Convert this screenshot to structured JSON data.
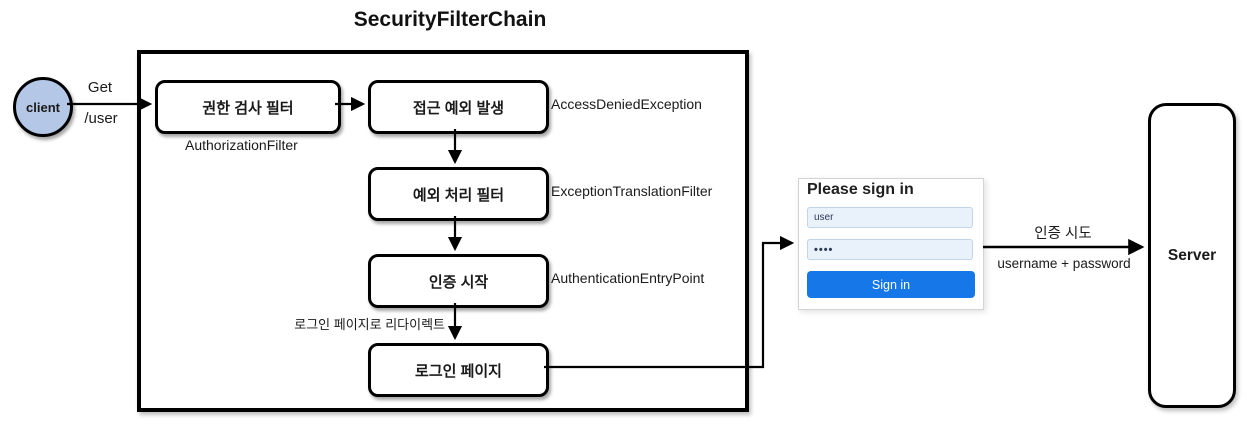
{
  "diagram": {
    "title": "SecurityFilterChain",
    "client": {
      "label": "client"
    },
    "request": {
      "method": "Get",
      "path": "/user"
    },
    "nodes": [
      {
        "label": "권한 검사 필터",
        "annotation": "AuthorizationFilter"
      },
      {
        "label": "접근 예외 발생",
        "annotation": "AccessDeniedException"
      },
      {
        "label": "예외 처리 필터",
        "annotation": "ExceptionTranslationFilter"
      },
      {
        "label": "인증 시작",
        "annotation": "AuthenticationEntryPoint"
      },
      {
        "label": "로그인 페이지",
        "annotation": ""
      }
    ],
    "redirect_label": "로그인 페이지로 리다이렉트",
    "signin_form": {
      "title": "Please sign in",
      "username_value": "user",
      "password_value": "••••",
      "button_label": "Sign in"
    },
    "auth_arrow": {
      "label_top": "인증 시도",
      "label_bottom": "username + password"
    },
    "server": {
      "label": "Server"
    },
    "colors": {
      "client_fill": "#b4c7e7",
      "button_blue": "#1677e8",
      "input_bg": "#e9f1fb",
      "box_border": "#000000"
    }
  }
}
